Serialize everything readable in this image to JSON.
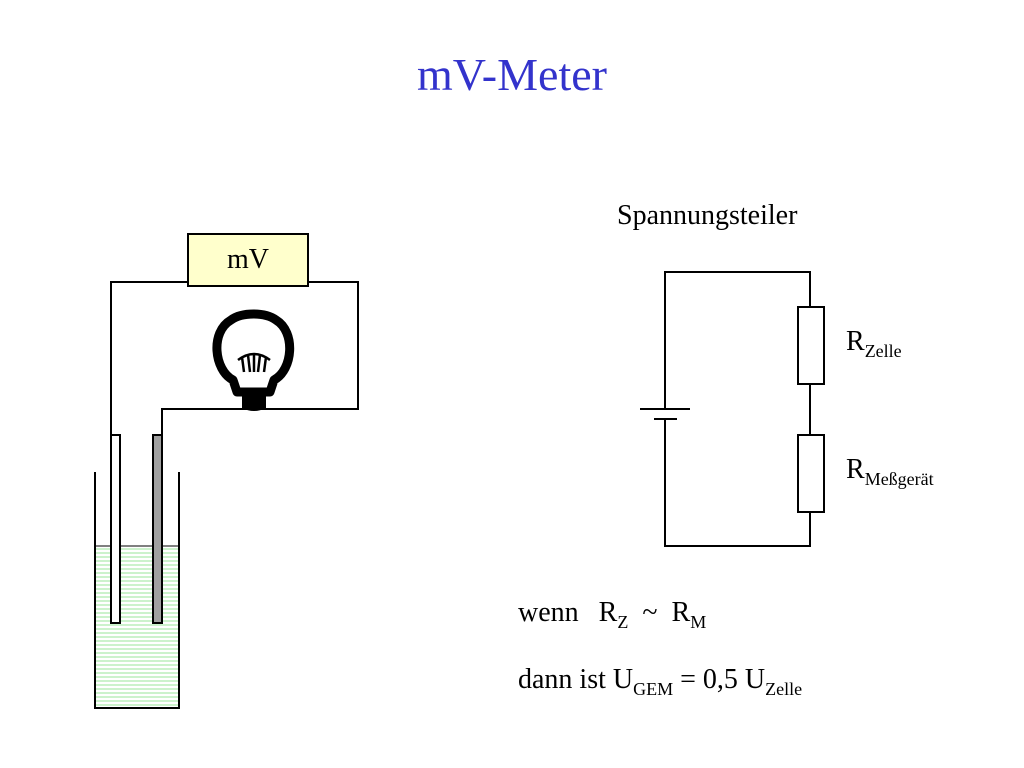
{
  "title": "mV-Meter",
  "meter": {
    "label": "mV"
  },
  "circuit": {
    "heading": "Spannungsteiler",
    "r1": {
      "main": "R",
      "sub": "Zelle"
    },
    "r2": {
      "main": "R",
      "sub": "Meßgerät"
    }
  },
  "condition": {
    "line1": {
      "word": "wenn",
      "a_main": "R",
      "a_sub": "Z",
      "op": "~",
      "b_main": "R",
      "b_sub": "M"
    },
    "line2": {
      "prefix": "dann ist U",
      "a_sub": "GEM",
      "mid": " = 0,5 U",
      "b_sub": "Zelle"
    }
  },
  "colors": {
    "title": "#3333cc",
    "meter_fill": "#ffffcc",
    "liquid": "#ccf2cc",
    "electrode_gray": "#a0a0a0"
  }
}
